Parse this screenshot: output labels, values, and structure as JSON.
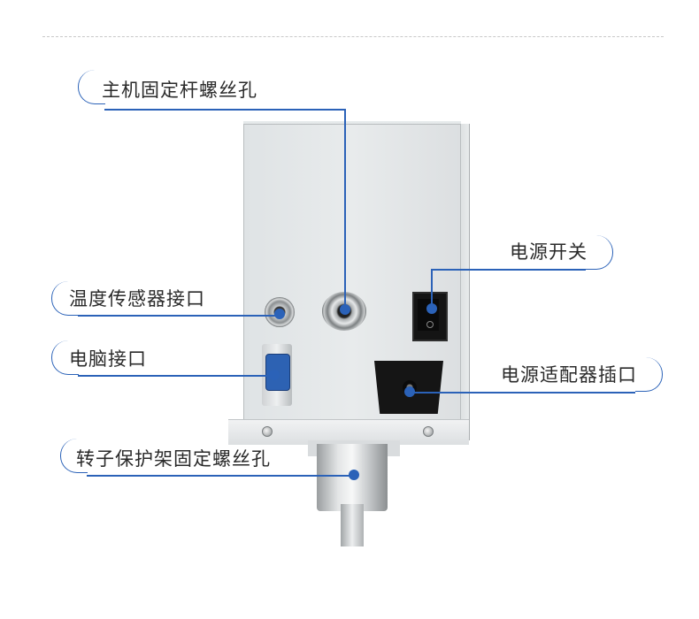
{
  "callouts": {
    "main_rod_screw_hole": "主机固定杆螺丝孔",
    "temp_sensor_port": "温度传感器接口",
    "computer_port": "电脑接口",
    "rotor_guard_screw_hole": "转子保护架固定螺丝孔",
    "power_switch": "电源开关",
    "power_adapter_socket": "电源适配器插口"
  },
  "colors": {
    "accent": "#2b62b8",
    "text": "#2a2a2a"
  }
}
